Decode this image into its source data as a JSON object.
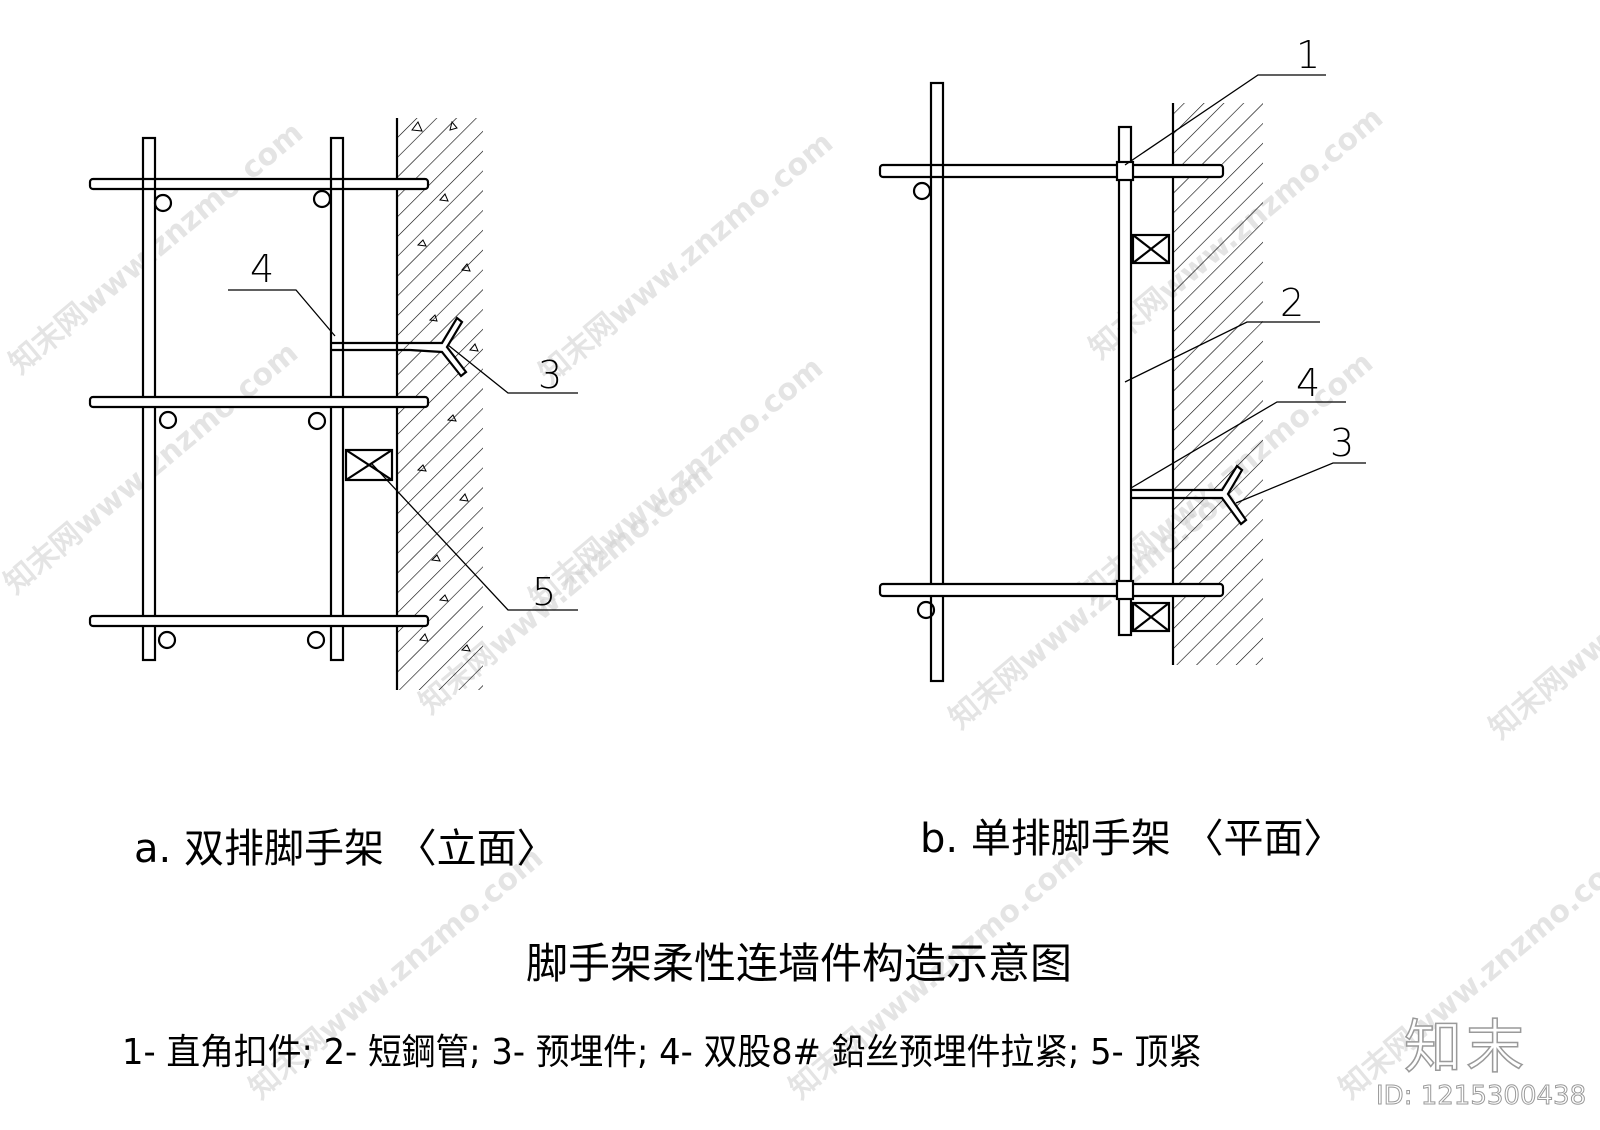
{
  "labels": {
    "fig_a": "a.  双排脚手架 〈立面〉",
    "fig_b": "b.  单排脚手架 〈平面〉",
    "title": "脚手架柔性连墙件构造示意图",
    "legend": "1- 直角扣件; 2- 短鋼管; 3- 预埋件; 4-  双股8#  鉛丝预埋件拉紧; 5- 顶紧"
  },
  "callouts_a": [
    "4",
    "3",
    "5"
  ],
  "callouts_b": [
    "1",
    "2",
    "4",
    "3"
  ],
  "watermark": {
    "text": "知末网www.znzmo.com",
    "logo": "知末",
    "id": "ID: 1215300438"
  },
  "colors": {
    "line": "#000000",
    "watermark": "#cfcfcf"
  }
}
